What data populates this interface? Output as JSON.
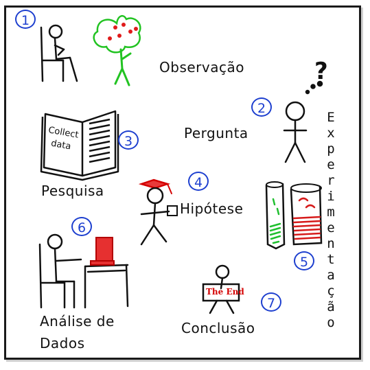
{
  "steps": [
    {
      "number": "1",
      "label": "Observação"
    },
    {
      "number": "2",
      "label": "Pergunta"
    },
    {
      "number": "3",
      "label": "Pesquisa"
    },
    {
      "number": "4",
      "label": "Hipótese"
    },
    {
      "number": "5",
      "label": "Experimentação"
    },
    {
      "number": "6",
      "label": "Análise de Dados"
    },
    {
      "number": "7",
      "label": "Conclusão"
    }
  ],
  "label_lines": {
    "analise_line1": "Análise de",
    "analise_line2": "Dados"
  },
  "book_text": [
    "Collect",
    "data"
  ],
  "sign_text": "The End",
  "question_mark": "?",
  "vertical_letters": [
    "E",
    "x",
    "p",
    "e",
    "r",
    "i",
    "m",
    "e",
    "n",
    "t",
    "a",
    "ç",
    "ã",
    "o"
  ],
  "colors": {
    "ink": "#111111",
    "number_blue": "#1d3fcf",
    "tree_green": "#22c322",
    "fruit_red": "#e01b1b",
    "tube_green": "#1fbf2f",
    "tube_red": "#d61a1a",
    "cap_red": "#d40000"
  }
}
